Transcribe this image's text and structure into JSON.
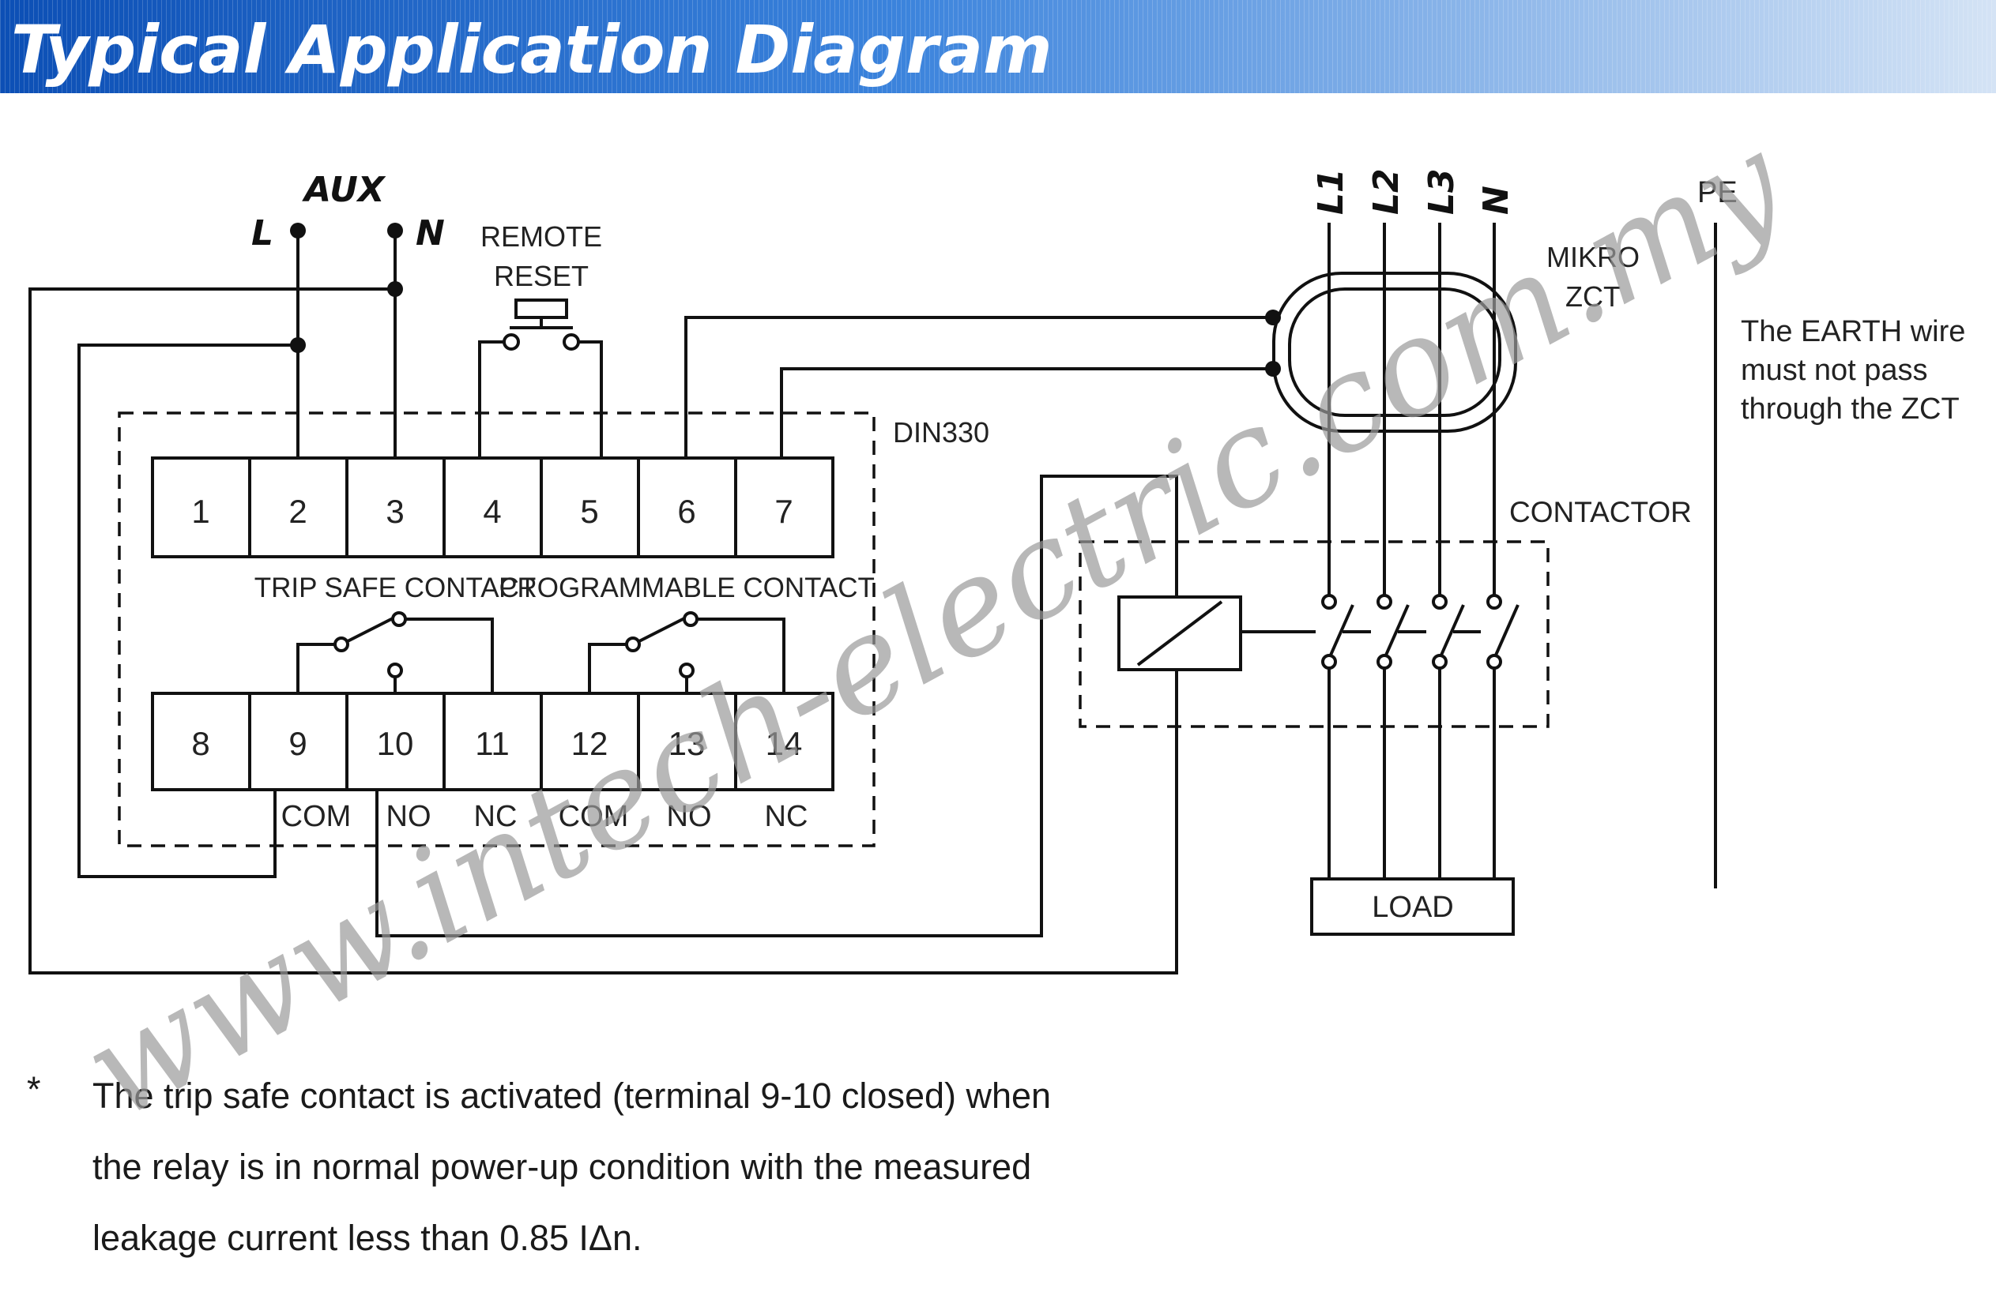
{
  "banner": {
    "title": "Typical Application Diagram",
    "colors": {
      "left": "#0c4fb5",
      "mid": "#3b83dc",
      "right": "#d4e3f5"
    }
  },
  "aux": {
    "label": "AUX",
    "l": "L",
    "n": "N"
  },
  "remote_reset": {
    "line1": "REMOTE",
    "line2": "RESET"
  },
  "relay": {
    "label": "DIN330",
    "top_terminals": [
      "1",
      "2",
      "3",
      "4",
      "5",
      "6",
      "7"
    ],
    "bottom_terminals": [
      "8",
      "9",
      "10",
      "11",
      "12",
      "13",
      "14"
    ],
    "trip_safe_label": "TRIP SAFE CONTACT",
    "programmable_label": "PROGRAMMABLE CONTACT",
    "contact_labels": [
      "COM",
      "NO",
      "NC",
      "COM",
      "NO",
      "NC"
    ]
  },
  "phases": [
    "L1",
    "L2",
    "L3",
    "N"
  ],
  "zct": {
    "line1": "MIKRO",
    "line2": "ZCT"
  },
  "pe": {
    "label": "PE",
    "note": [
      "The EARTH wire",
      "must not pass",
      "through the ZCT"
    ]
  },
  "contactor": {
    "label": "CONTACTOR"
  },
  "load": {
    "label": "LOAD"
  },
  "footnote": {
    "marker": "*",
    "lines": [
      "The trip safe contact is activated (terminal 9-10 closed) when",
      "the relay is in normal power-up condition with the measured",
      "leakage current less than 0.85 IΔn."
    ]
  },
  "watermark": {
    "text": "www.intech-electric.com.my",
    "color": "#9a9a9a"
  }
}
